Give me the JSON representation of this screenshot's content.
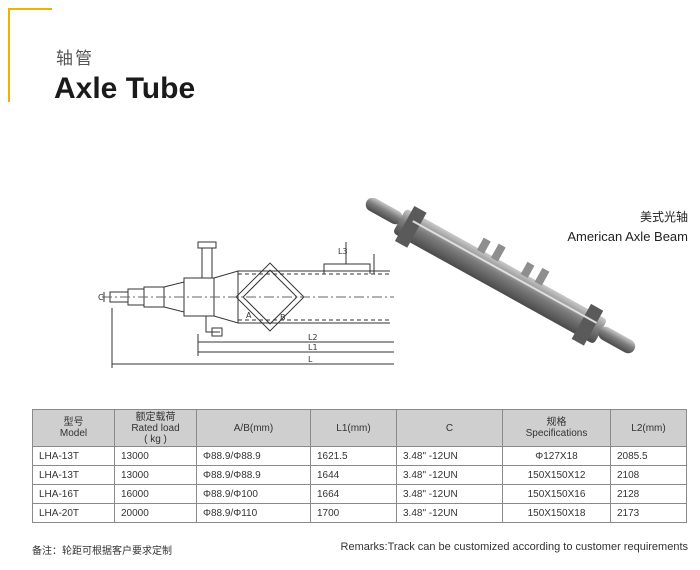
{
  "header": {
    "title_cn": "轴管",
    "title_en": "Axle Tube"
  },
  "beam": {
    "caption_cn": "美式光轴",
    "caption_en": "American Axle Beam"
  },
  "drawing": {
    "labels": [
      "C",
      "L3",
      "L2",
      "L1",
      "L",
      "A",
      "B"
    ]
  },
  "table": {
    "headers": [
      {
        "cn": "型号",
        "en": "Model"
      },
      {
        "cn": "额定载荷",
        "en": "Rated load",
        "unit": "( kg )"
      },
      {
        "en": "A/B(mm)"
      },
      {
        "en": "L1(mm)"
      },
      {
        "en": "C"
      },
      {
        "cn": "规格",
        "en": "Specifications"
      },
      {
        "en": "L2(mm)"
      }
    ],
    "rows": [
      [
        "LHA-13T",
        "13000",
        "Φ88.9/Φ88.9",
        "1621.5",
        "3.48\" -12UN",
        "Φ127X18",
        "2085.5"
      ],
      [
        "LHA-13T",
        "13000",
        "Φ88.9/Φ88.9",
        "1644",
        "3.48\" -12UN",
        "150X150X12",
        "2108"
      ],
      [
        "LHA-16T",
        "16000",
        "Φ88.9/Φ100",
        "1664",
        "3.48\" -12UN",
        "150X150X16",
        "2128"
      ],
      [
        "LHA-20T",
        "20000",
        "Φ88.9/Φ110",
        "1700",
        "3.48\" -12UN",
        "150X150X18",
        "2173"
      ]
    ]
  },
  "notes": {
    "cn": "备注：轮距可根据客户要求定制",
    "en": "Remarks:Track can be customized according to customer requirements"
  }
}
